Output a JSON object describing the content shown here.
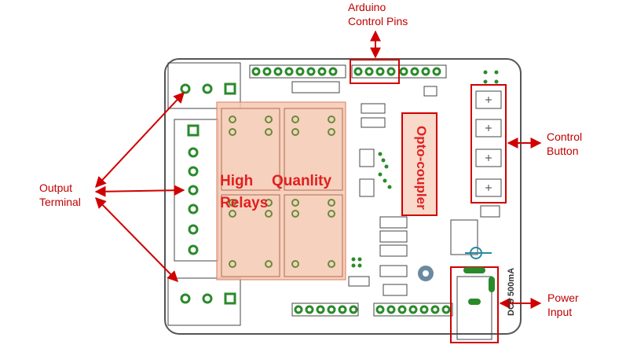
{
  "labels": {
    "arduino_pins": [
      "Arduino",
      "Control Pins"
    ],
    "control_button": [
      "Control",
      "Button"
    ],
    "output_terminal": [
      "Output",
      "Terminal"
    ],
    "power_input": [
      "Power",
      "Input"
    ],
    "relays_line1_a": "High",
    "relays_line1_b": "Quanlity",
    "relays_line2": "Relays",
    "opto": "Opto-coupler"
  },
  "board": {
    "power_spec": "DC9 500mA",
    "colors": {
      "board_outline": "#555555",
      "pad": "#2a8a2a",
      "highlight_fill": "#f5c9b3",
      "highlight_stroke": "#e07a5a",
      "annotation": "#d00000",
      "callout_text": "#c00000"
    }
  }
}
